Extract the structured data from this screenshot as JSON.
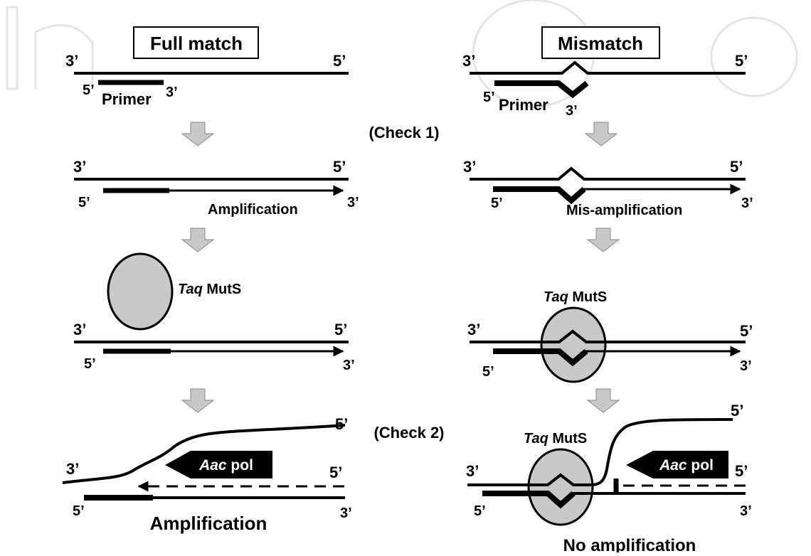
{
  "left": {
    "title": "Full match",
    "primer_label": "Primer",
    "amplification_label": "Amplification",
    "mutS_label_italic": "Taq",
    "mutS_label_rest": " MutS",
    "pol_label_italic": "Aac",
    "pol_label_rest": " pol",
    "result_label": "Amplification"
  },
  "right": {
    "title": "Mismatch",
    "primer_label": "Primer",
    "misamplification_label": "Mis-amplification",
    "mutS_label_italic": "Taq",
    "mutS_label_rest": " MutS",
    "mutS_label2_italic": "Taq",
    "mutS_label2_rest": " MutS",
    "pol_label_italic": "Aac",
    "pol_label_rest": " pol",
    "result_label": "No amplification"
  },
  "checks": {
    "check1": "(Check 1)",
    "check2": "(Check 2)"
  },
  "ends": {
    "three_prime": "3’",
    "five_prime": "5’"
  },
  "colors": {
    "arrow_fill": "#c8c8c8",
    "mutS_fill": "#c8c8c8",
    "pol_fill": "#000000",
    "watermark": "#e4e4e4"
  }
}
